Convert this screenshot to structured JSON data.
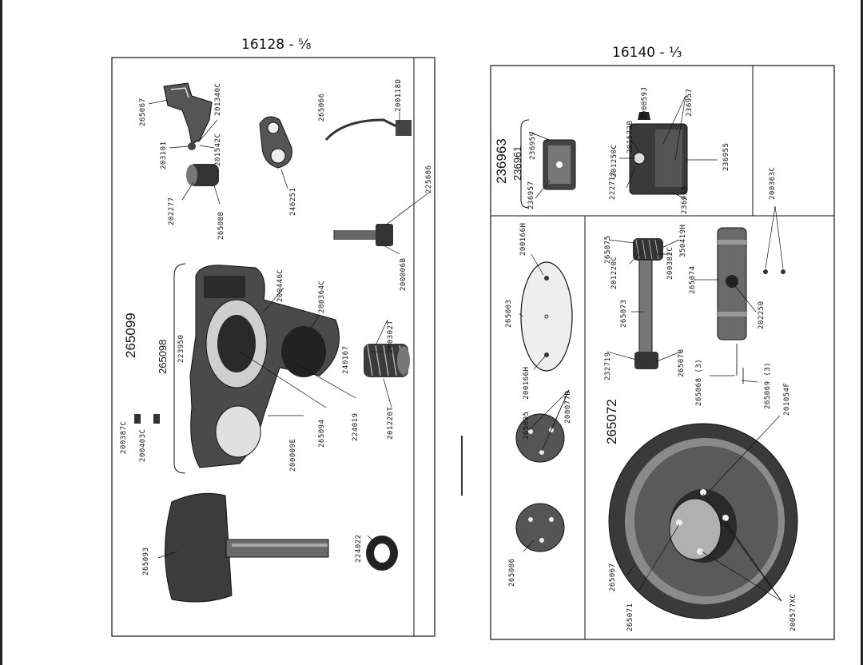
{
  "left_page": {
    "header": "16128 - ⁵⁄₈",
    "assembly_number": "265099",
    "subassembly_number": "265098",
    "parts": {
      "p265067": "265067",
      "p203101": "203101",
      "p201340C": "201340C",
      "p201542C": "201542C",
      "p202277": "202277",
      "p265088": "265088",
      "p246251": "246251",
      "p265066": "265066",
      "p200118D": "200118D",
      "p225686": "225686",
      "p200006B": "200006B",
      "p200446C": "200446C",
      "p200364C": "200364C",
      "p223950": "223950",
      "p240167": "240167",
      "p200302T": "200302T",
      "p224019": "224019",
      "p201220T": "201220T",
      "p265094": "265094",
      "p200009E": "200009E",
      "p200387C": "200387C",
      "p200403C": "200403C",
      "p265093": "265093",
      "p224022": "224022"
    }
  },
  "right_page": {
    "header": "16140 - ¹⁄₃",
    "cover_numbers": [
      "236963",
      "236961"
    ],
    "assembly_number": "265072",
    "parts": {
      "p236957": "236957",
      "p236959": "236959",
      "p201250C": "201250C",
      "p201572B": "201572B",
      "p200059J": "200059J",
      "p236957b": "236957",
      "p222712": "222712",
      "p236955": "236955",
      "p236958": "236958",
      "p200363C": "200363C",
      "p200166H_a": "200166H",
      "p265003": "265003",
      "p200166H_b": "200166H",
      "p265075": "265075",
      "p201220C": "201220C",
      "p350419H": "350419H",
      "p200382C": "200382C",
      "p265074": "265074",
      "p265073": "265073",
      "p232719": "232719",
      "p265070": "265070",
      "p265068": "265068 (3)",
      "p265069": "265069 (3)",
      "p201054F": "201054F",
      "p202250": "202250",
      "p265005": "265005",
      "p200077D": "200077D",
      "p265006": "265006",
      "p265067": "265067",
      "p265071": "265071",
      "p200577XC": "200577XC"
    }
  }
}
